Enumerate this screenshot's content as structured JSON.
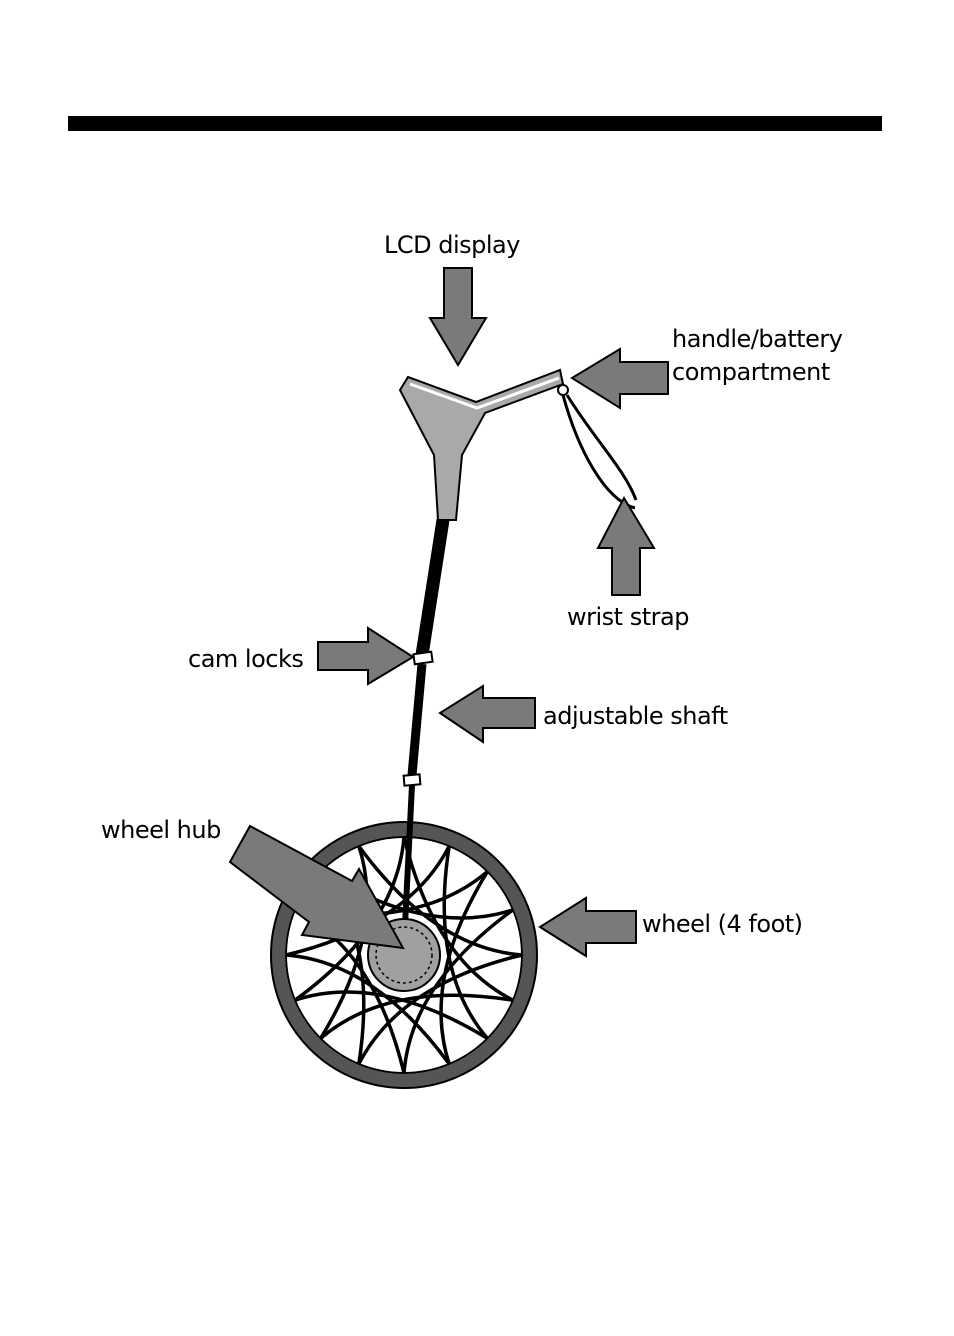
{
  "labels": {
    "lcd_display": "LCD display",
    "handle_line1": "handle/battery",
    "handle_line2": "compartment",
    "wrist_strap": "wrist strap",
    "cam_locks": "cam locks",
    "adjustable_shaft": "adjustable shaft",
    "wheel_hub": "wheel hub",
    "wheel": "wheel (4 foot)"
  },
  "colors": {
    "arrow_fill": "#7a7a7a",
    "handle_fill": "#a9a9a9",
    "shaft": "#000000",
    "rim": "#555555",
    "hub": "#a0a0a0"
  }
}
